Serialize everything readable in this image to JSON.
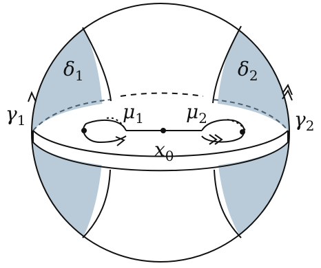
{
  "diagram": {
    "colors": {
      "disk_fill": "#b9cbd8",
      "stroke": "#111111",
      "dashed_stroke": "#4a5e6e",
      "background": "#ffffff"
    },
    "labels": {
      "delta1": {
        "base": "δ",
        "sub": "1"
      },
      "delta2": {
        "base": "δ",
        "sub": "2"
      },
      "gamma1": {
        "base": "γ",
        "sub": "1"
      },
      "gamma2": {
        "base": "γ",
        "sub": "2"
      },
      "mu1": {
        "base": "μ",
        "sub": "1"
      },
      "mu2": {
        "base": "μ",
        "sub": "2"
      },
      "x0": {
        "base": "x",
        "sub": "0"
      }
    }
  }
}
